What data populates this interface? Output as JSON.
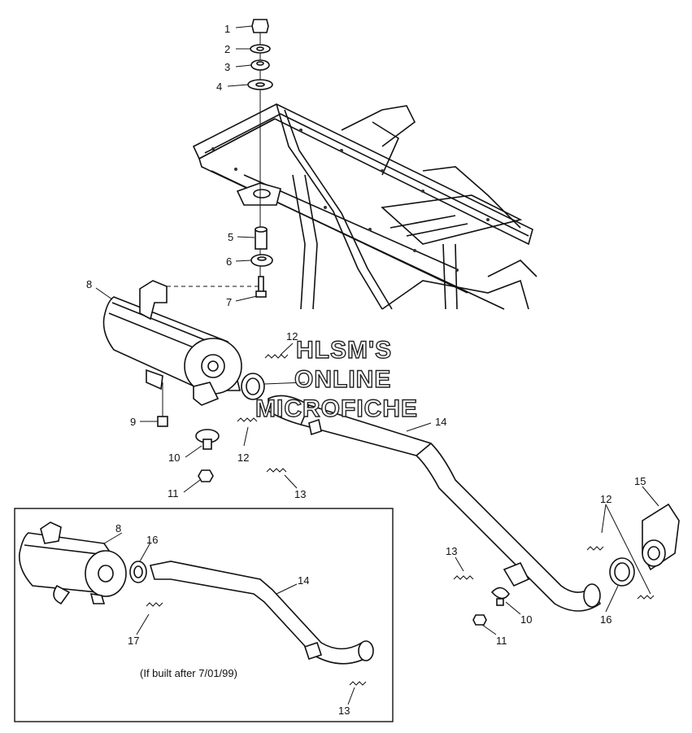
{
  "diagram": {
    "watermark": [
      "HLSM'S",
      "ONLINE",
      "MICROFICHE"
    ],
    "inset_caption": "(If built after 7/01/99)",
    "callouts_main": [
      "1",
      "2",
      "3",
      "4",
      "5",
      "6",
      "7",
      "8",
      "9",
      "10",
      "11",
      "12",
      "12",
      "13",
      "14",
      "15",
      "12",
      "13",
      "10",
      "11",
      "16"
    ],
    "callouts_inset": [
      "8",
      "16",
      "14",
      "17",
      "13"
    ],
    "line_color": "#111111"
  }
}
